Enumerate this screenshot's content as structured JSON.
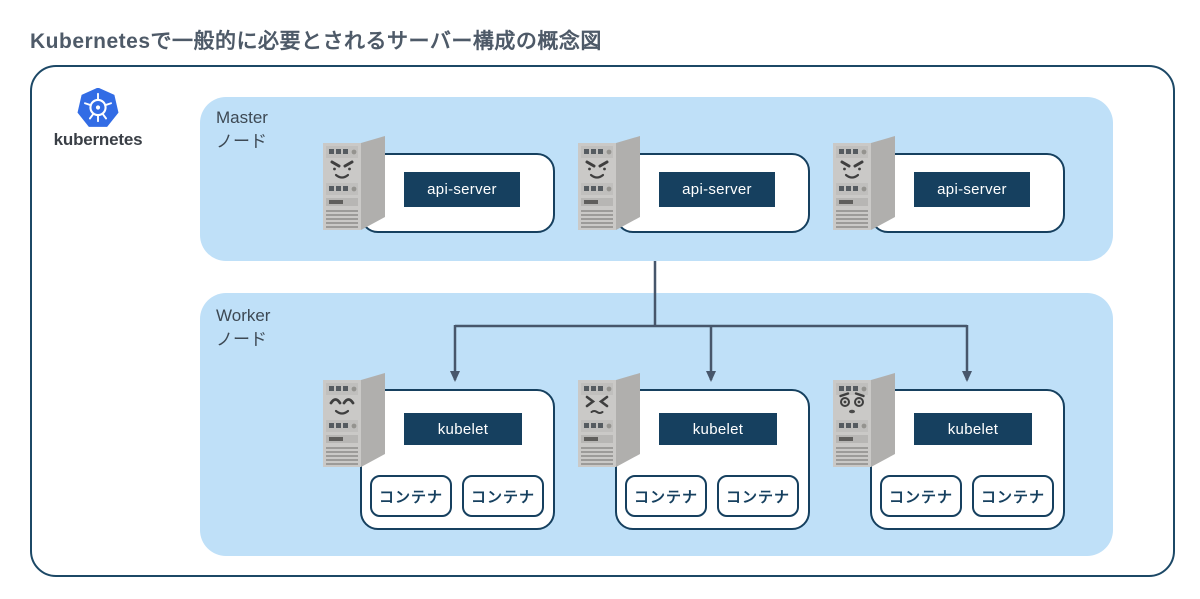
{
  "title": "Kubernetesで一般的に必要とされるサーバー構成の概念図",
  "logo": {
    "label": "kubernetes"
  },
  "colors": {
    "zone_blue": "#bfe0f8",
    "navy": "#16405f",
    "frame_navy": "#1c4866",
    "connector_slate": "#47566b",
    "k8s_blue": "#326ce5",
    "title_gray": "#4e5a68"
  },
  "icons": {
    "logo": "kubernetes-helm-wheel-icon",
    "servers": [
      "server-tower-icon",
      "server-tower-icon",
      "server-tower-icon",
      "server-tower-icon",
      "server-tower-icon",
      "server-tower-icon"
    ]
  },
  "sections": {
    "master": {
      "label": "Master\nノード",
      "units": [
        {
          "service": "api-server"
        },
        {
          "service": "api-server"
        },
        {
          "service": "api-server"
        }
      ]
    },
    "worker": {
      "label": "Worker\nノード",
      "units": [
        {
          "service": "kubelet",
          "containers": [
            "コンテナ",
            "コンテナ"
          ]
        },
        {
          "service": "kubelet",
          "containers": [
            "コンテナ",
            "コンテナ"
          ]
        },
        {
          "service": "kubelet",
          "containers": [
            "コンテナ",
            "コンテナ"
          ]
        }
      ]
    }
  }
}
